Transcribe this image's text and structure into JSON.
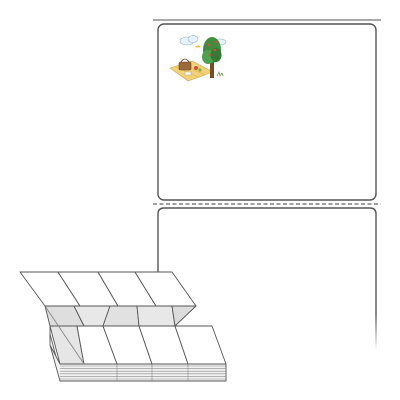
{
  "colors": {
    "background": "#ffffff",
    "label_outline": "#555555",
    "liner_outline": "#777777",
    "perforation": "#666666",
    "stack_shade": "#dcdcdc",
    "tree_leaves": "#3e8e3e",
    "tree_trunk": "#7a4a24",
    "fruit": "#d84a3a",
    "blanket": "#f3d27a",
    "sky_cloud": "#bfe3f5"
  },
  "icons": {
    "label_artwork": "picnic-tree-illustration-icon",
    "fanfold_stack": "fanfold-label-stack-icon"
  },
  "labels": {
    "rows_visible": 2,
    "perforation_style": "dashed"
  },
  "stack": {
    "columns": 4
  }
}
